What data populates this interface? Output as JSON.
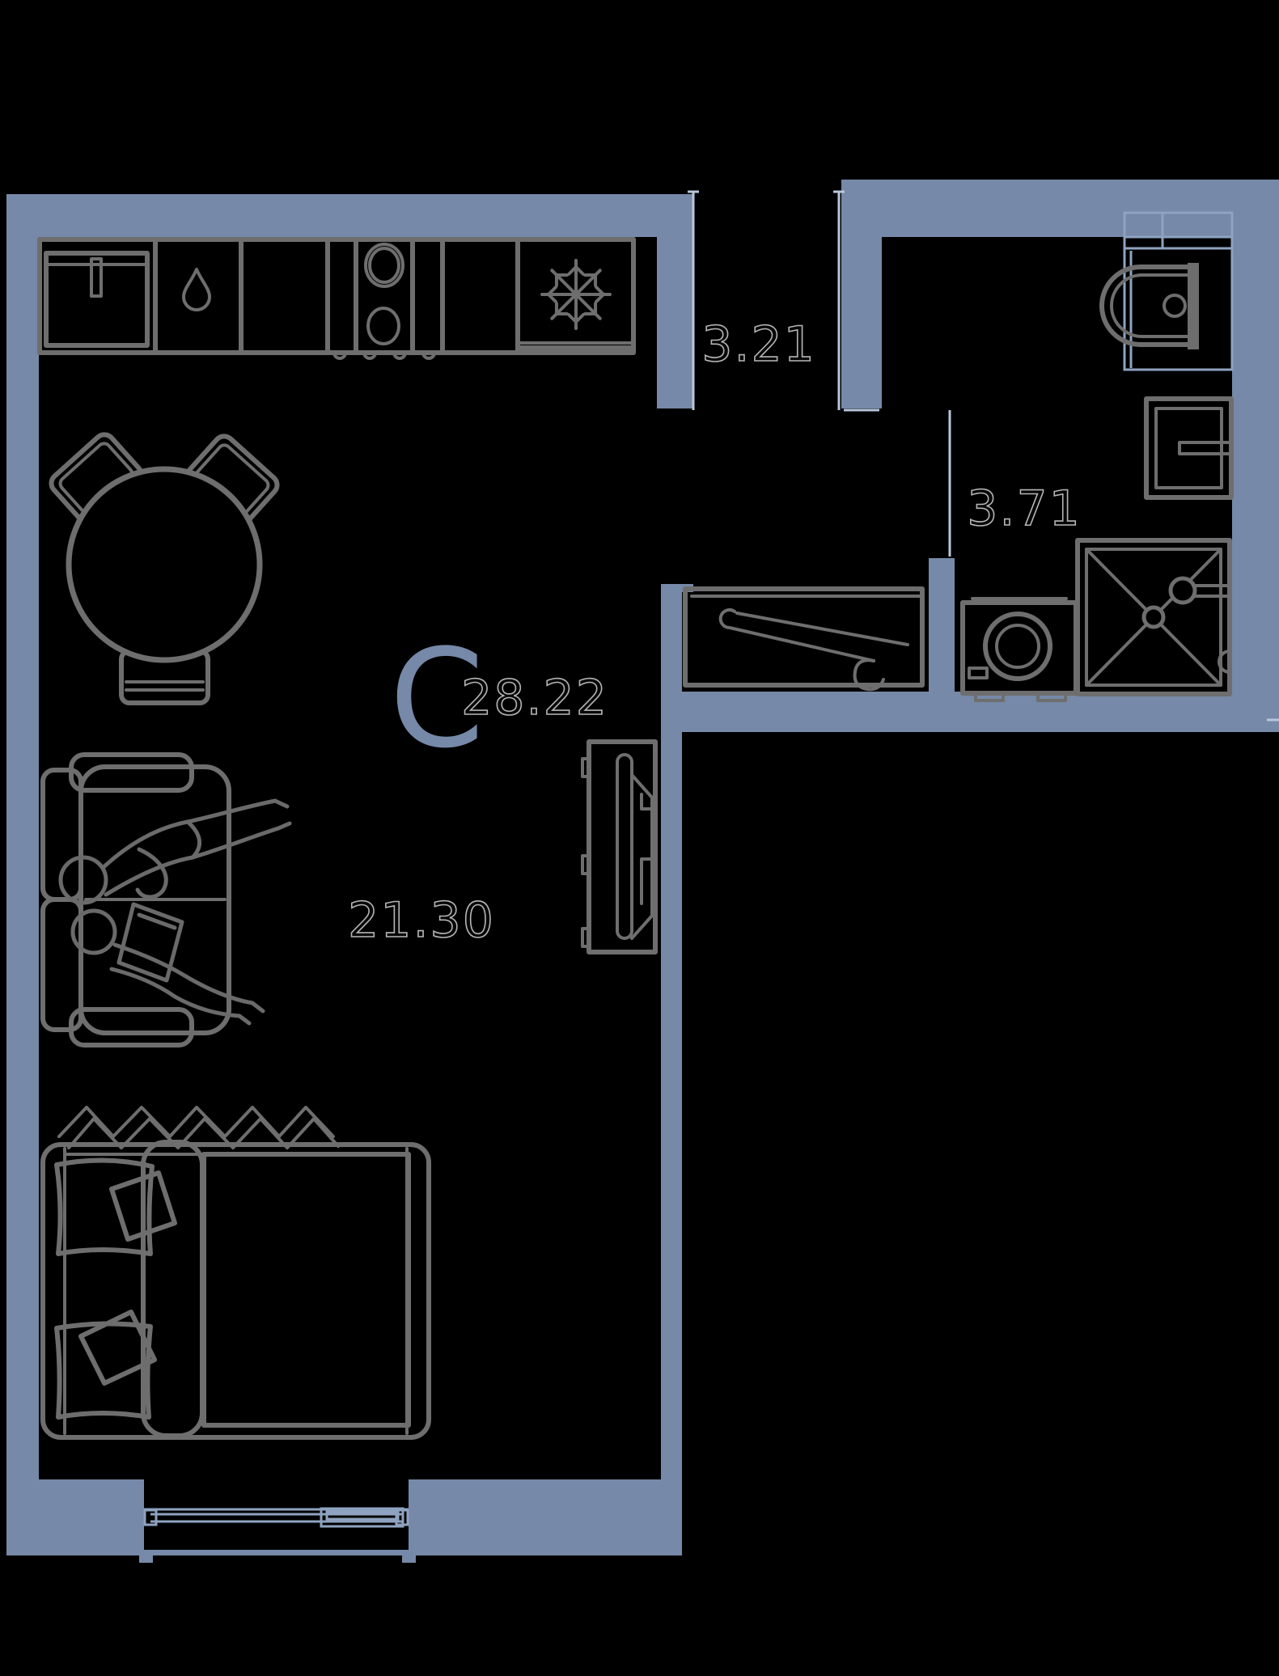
{
  "floorplan": {
    "unit_label": "С",
    "total_area": "28.22",
    "rooms": [
      {
        "id": "living-kitchen",
        "area": "21.30"
      },
      {
        "id": "hallway",
        "area": "3.21"
      },
      {
        "id": "bathroom",
        "area": "3.71"
      }
    ],
    "colors": {
      "background": "#000000",
      "wall": "#7689a8",
      "furniture_line": "#6e6e6e",
      "label_outline": "#b5b5b5",
      "thin_frame_line": "#b9c7db"
    },
    "icons": [
      "snowflake-icon",
      "water-drop-icon",
      "hanger-icon",
      "shower-head-icon",
      "faucet-icon"
    ]
  }
}
